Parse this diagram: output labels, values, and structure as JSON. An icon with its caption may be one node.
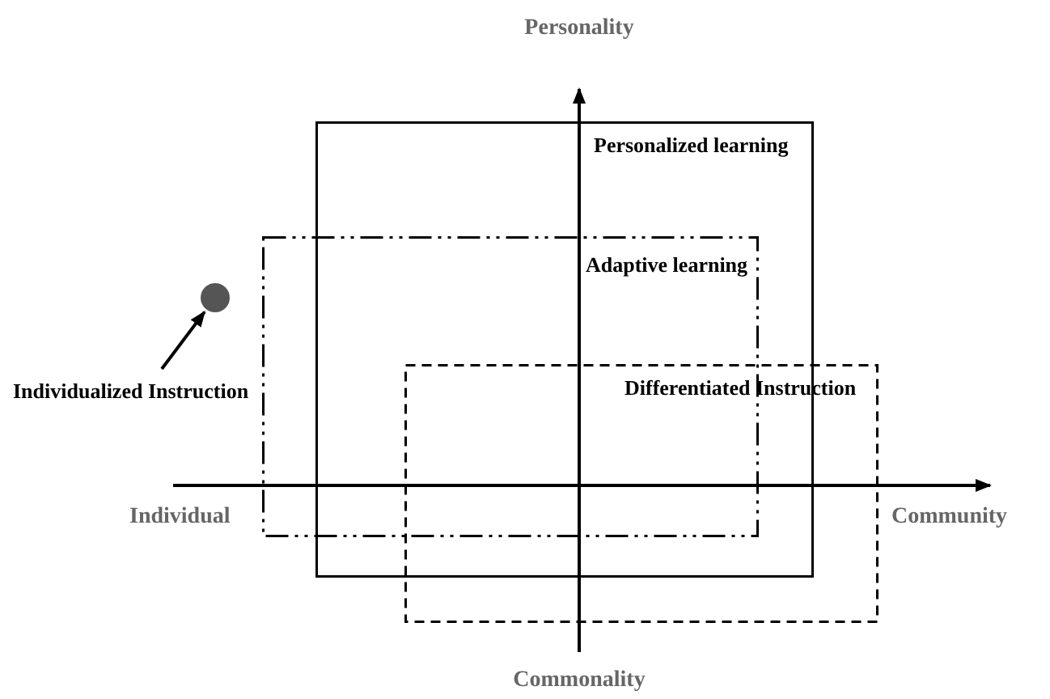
{
  "diagram": {
    "nodes": [
      {
        "text": [
          "Personalized learning"
        ]
      },
      {
        "text": [
          "Adaptive learning"
        ]
      },
      {
        "text": [
          "Differentiated Instruction"
        ]
      },
      {
        "text": [],
        "shape": "circle"
      },
      {
        "text": [
          "Individualized Instruction"
        ]
      }
    ],
    "edges": [
      {
        "from": 4,
        "to": 3,
        "arrow": "to"
      }
    ],
    "labels": [
      "Personality",
      "Individual",
      "Community",
      "Commonality"
    ]
  }
}
